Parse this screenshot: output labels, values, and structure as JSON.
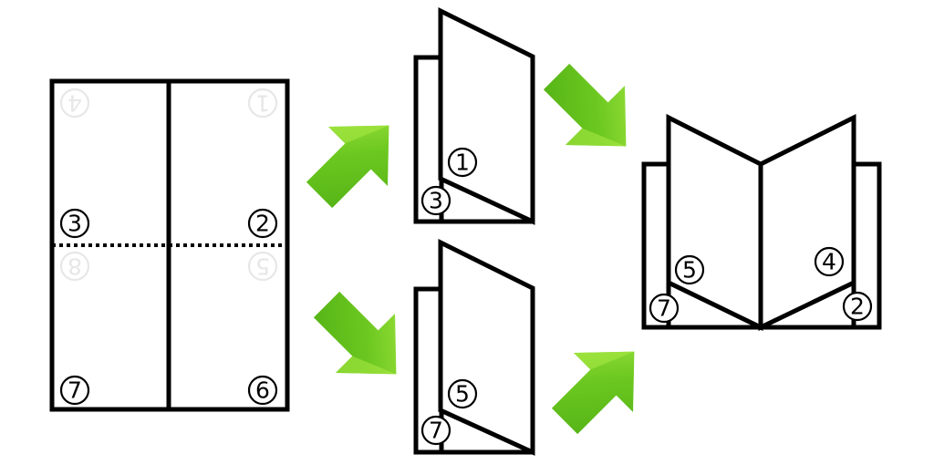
{
  "colors": {
    "arrow_dark": "#5bbf1a",
    "arrow_light": "#9be238",
    "stroke": "#000000",
    "ghost": "#e7e7e7",
    "background": "#ffffff"
  },
  "sheet": {
    "visible_numbers": [
      "3",
      "2",
      "7",
      "6"
    ],
    "mirrored_numbers": [
      "4",
      "1",
      "8",
      "5"
    ]
  },
  "booklet_top": {
    "inner": "1",
    "outer": "3"
  },
  "booklet_bottom": {
    "inner": "5",
    "outer": "7"
  },
  "final_book": {
    "left_inner": "5",
    "left_outer": "7",
    "right_inner": "4",
    "right_outer": "2"
  },
  "arrows": [
    {
      "name": "arrow-sheet-to-top",
      "direction": "up-right"
    },
    {
      "name": "arrow-sheet-to-bottom",
      "direction": "down-right"
    },
    {
      "name": "arrow-top-to-book",
      "direction": "down-right"
    },
    {
      "name": "arrow-bottom-to-book",
      "direction": "up-right"
    }
  ]
}
